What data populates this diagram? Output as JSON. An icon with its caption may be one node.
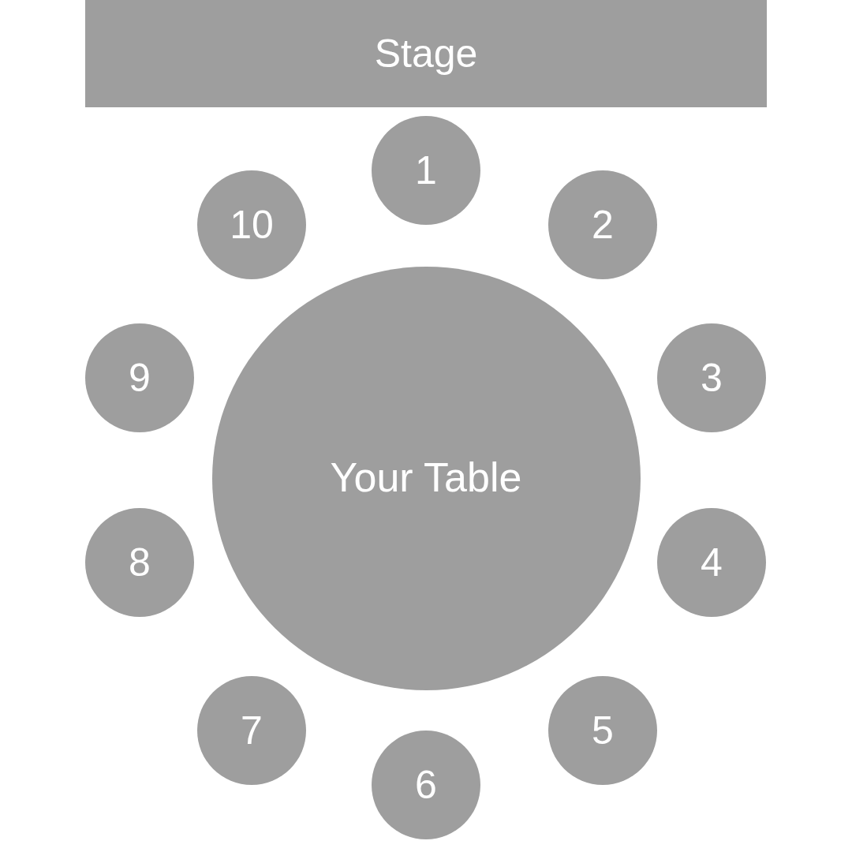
{
  "diagram": {
    "nodes": [
      {
        "text": [
          "Stage"
        ]
      },
      {
        "text": [
          "1"
        ]
      },
      {
        "text": [
          "10"
        ]
      },
      {
        "text": [
          "2"
        ]
      },
      {
        "text": [
          "9"
        ]
      },
      {
        "text": [
          "3"
        ]
      },
      {
        "text": [
          "Your Table"
        ]
      },
      {
        "text": [
          "8"
        ]
      },
      {
        "text": [
          "4"
        ]
      },
      {
        "text": [
          "7"
        ]
      },
      {
        "text": [
          "5"
        ]
      },
      {
        "text": [
          "6"
        ]
      }
    ]
  }
}
